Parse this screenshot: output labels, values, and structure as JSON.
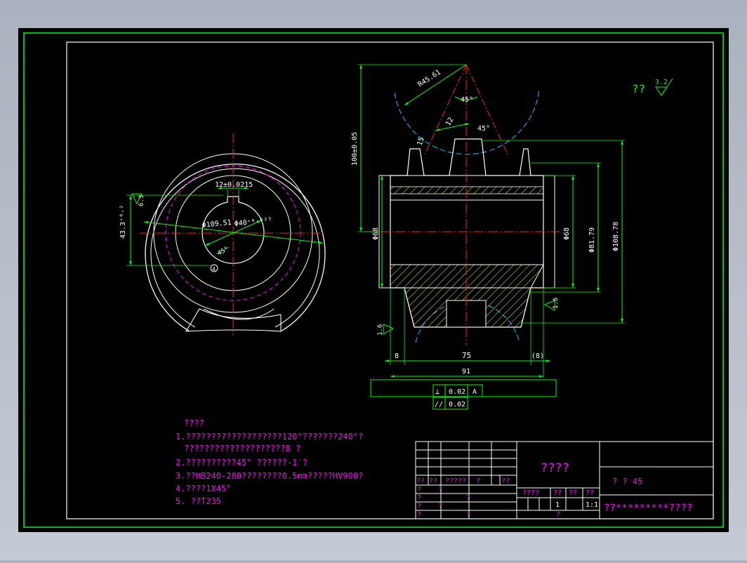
{
  "colors": {
    "window_bg": "#aab2bf",
    "canvas": "#000000",
    "border": "#00ff00",
    "geometry": "#ffffff",
    "dimension": "#00ff00",
    "centerline": "#ff2020",
    "pitch_circle": "#ff00ff",
    "hatch": "#ffff00",
    "cutter": "#00c8ff"
  },
  "left_view": {
    "keyway_width": "12±0.0215",
    "dia_pitch": "Φ109.51",
    "dia_bore": "Φ40⁺⁰·⁰²⁵",
    "key_depth": "43.3⁺⁰·²",
    "finish_left": "6.3",
    "angle": "45°",
    "marker": "4"
  },
  "section_view": {
    "radius": "R45.61",
    "angle_top": "45°",
    "angle_side": "45°",
    "chamfer_a": "12",
    "chamfer_b": "15",
    "height": "100±0.05",
    "d68_left": "Φ68",
    "d68_right": "Φ68",
    "d81": "Φ81.79",
    "d108": "Φ108.78",
    "finish_left": "1.6",
    "finish_right": "1.6",
    "w8": "8",
    "w75": "75",
    "w8b": "(8)",
    "w91": "91",
    "tol1_symbol": "⊥",
    "tol1_value": "0.02",
    "tol1_datum": "A",
    "tol2_symbol": "//",
    "tol2_value": "0.02"
  },
  "finish_note": {
    "text": "??",
    "value": "3.2"
  },
  "notes": {
    "title": "????",
    "line1": "1.???????????????????120°???????240°?",
    "line1b": "????????????????????8 ?",
    "line2": "2.??????????45°  ??????-1′?",
    "line3": "3.??HB240-280????????0.5mm?????HV900?",
    "line4": "4.????1X45°",
    "line5": "5. ??T235"
  },
  "title_block": {
    "part_name": "????",
    "material": "?  ? 45",
    "drawing_no": "??*********????",
    "c1": "??",
    "c2": "??",
    "c3": "?????",
    "c4": "?",
    "c5": "??",
    "s1": "????",
    "s2": "??",
    "s3": "??",
    "s4": "??",
    "v1": "1",
    "v2": "1:1",
    "r1": "?",
    "r2": "?",
    "r3": "?",
    "m1": "?",
    "m2": "?",
    "m3": "?",
    "b1": "?",
    "b2": "?",
    "b3": "?"
  }
}
